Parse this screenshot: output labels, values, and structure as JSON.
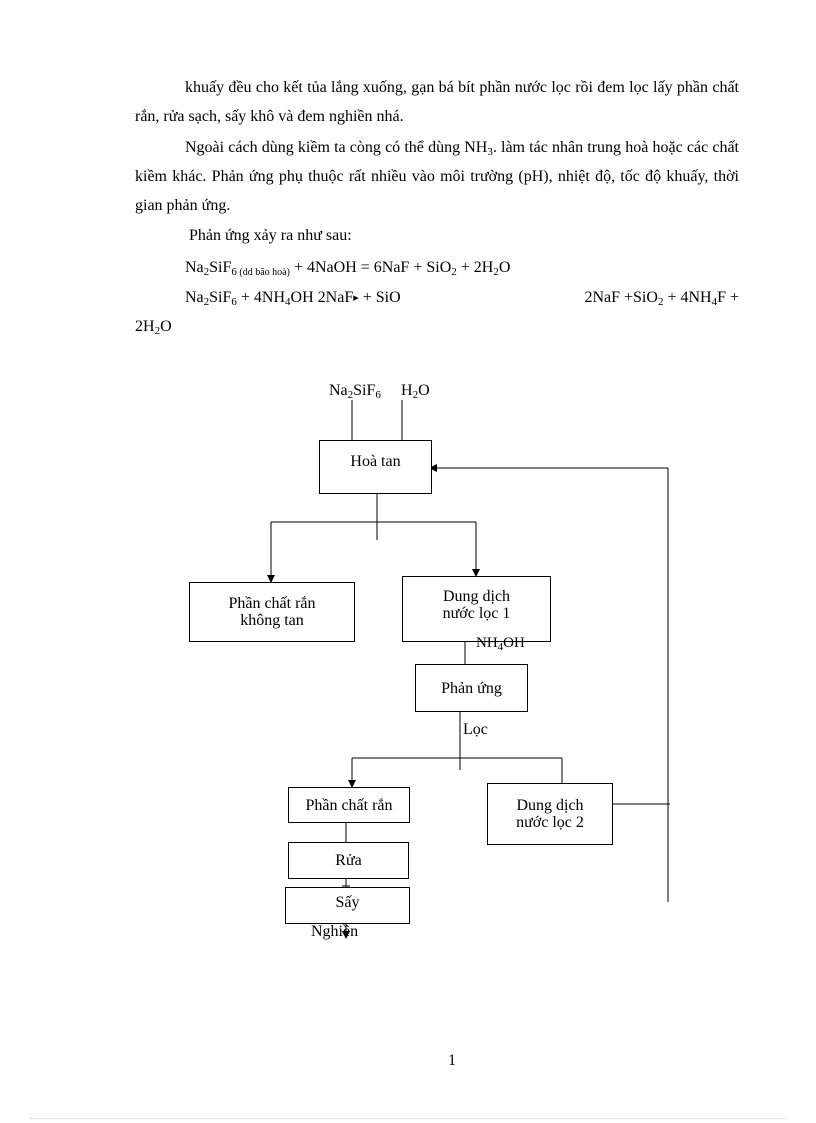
{
  "paragraphs": {
    "p1": "khuấy đều cho kết tủa lắng xuống, gạn bá bít phần nước lọc rồi đem lọc lấy phần chất rắn, rửa sạch, sấy khô và đem nghiền nhá.",
    "p2_start": "Ngoài cách dùng kiềm ta còng có thể dùng NH",
    "p2_sub": "3",
    "p2_end": ". làm tác nhân trung hoà hoặc các chất kiềm khác. Phản ứng phụ thuộc rất nhiều vào môi trường (pH), nhiệt độ, tốc độ khuấy, thời gian phản ứng.",
    "p3": "Phản ứng xảy ra như sau:"
  },
  "eq1": {
    "a": "Na",
    "a_sub": "2",
    "b": "SiF",
    "b_sub": "6",
    "note": " (dd bão hoà)",
    "c": " + 4NaOH = 6NaF + SiO",
    "c_sub": "2",
    "d": " + 2H",
    "d_sub": "2",
    "e": "O"
  },
  "eq2": {
    "a": "Na",
    "a_sub": "2",
    "b": "SiF",
    "b_sub": "6",
    "c": " + 4NH",
    "c_sub": "4",
    "d": "OH 2NaF",
    "e": " + SiO",
    "f": "2NaF  +SiO",
    "f_sub": "2",
    "g": "  +  4NH",
    "g_sub": "4",
    "h": "F  +",
    "i": "2H",
    "i_sub": "2",
    "j": "O"
  },
  "flowchart": {
    "input_na": "Na",
    "input_na_sub": "2",
    "input_si": "SiF",
    "input_si_sub": "6",
    "input_h": "H",
    "input_h_sub": "2",
    "input_o": "O",
    "hoa_tan": "Hoà tan",
    "phan_chat_ran_1_line1": "Phần chất rắn",
    "phan_chat_ran_1_line2": "không tan",
    "dung_dich_1_line1": "Dung dịch",
    "dung_dich_1_line2": "nước  lọc 1",
    "nh4oh_a": "NH",
    "nh4oh_sub": "4",
    "nh4oh_b": "OH",
    "phan_ung": "Phản  ứng",
    "loc": "Lọc",
    "phan_chat_ran_2": "Phần chất rắn",
    "dung_dich_2_line1": "Dung dịch",
    "dung_dich_2_line2": "nước  lọc 2",
    "rua": "Rửa",
    "say": "Sấy",
    "nghien": "Nghiền"
  },
  "page_number": "1"
}
